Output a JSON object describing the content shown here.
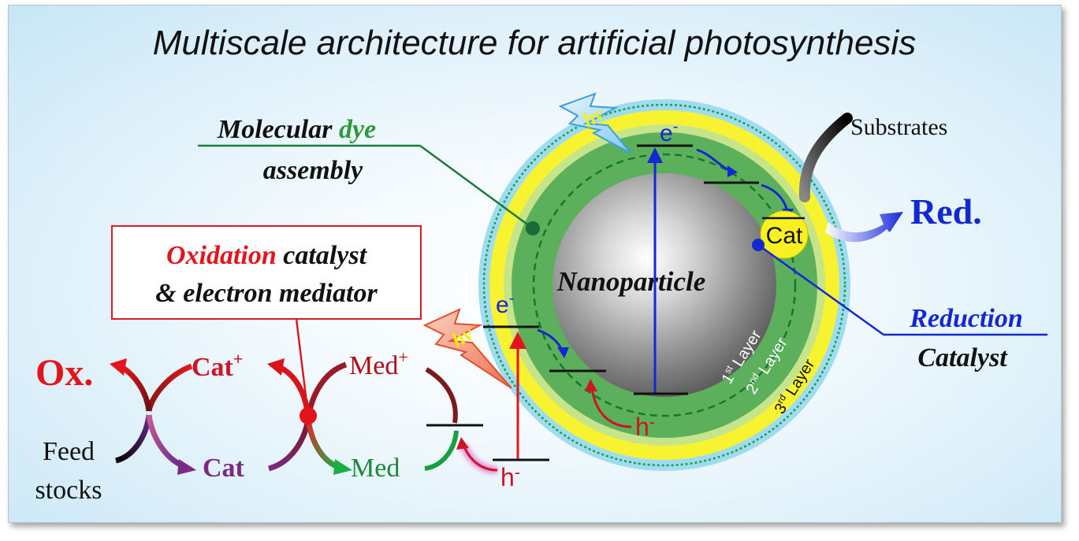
{
  "title": "Multiscale architecture for artificial photosynthesis",
  "labels": {
    "molecular": "Molecular",
    "dye": "dye",
    "assembly": "assembly",
    "oxidation": "Oxidation",
    "catalyst_word": "catalyst",
    "electron_mediator": "& electron mediator",
    "nanoparticle": "Nanoparticle",
    "substrates": "Substrates",
    "red": "Red.",
    "reduction": "Reduction",
    "reduction_catalyst": "Catalyst",
    "ox": "Ox.",
    "cat_plus": "Cat",
    "plus": "+",
    "cat": "Cat",
    "cat_on_particle": "Cat",
    "med_plus": "Med",
    "med": "Med",
    "feed": "Feed",
    "stocks": "stocks",
    "hv": "hν",
    "electron": "e",
    "hole": "h",
    "minus": "-"
  },
  "layers": [
    {
      "num": "1",
      "sup": "st",
      "word": " Layer"
    },
    {
      "num": "2",
      "sup": "nd",
      "word": " Layer"
    },
    {
      "num": "3",
      "sup": "rd",
      "word": " Layer"
    }
  ],
  "colors": {
    "red": "#e8141c",
    "dark_red": "#b01018",
    "blue": "#1428d2",
    "green": "#1c7a3a",
    "dye_green": "#2e9a3a",
    "purple": "#7b2b86",
    "yellow": "#f6f000"
  }
}
